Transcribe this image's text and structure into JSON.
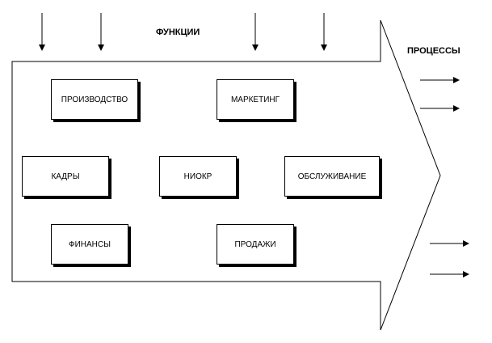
{
  "diagram": {
    "functions_label": "ФУНКЦИИ",
    "processes_label": "ПРОЦЕССЫ",
    "boxes": {
      "production": "ПРОИЗВОДСТВО",
      "marketing": "МАРКЕТИНГ",
      "hr": "КАДРЫ",
      "rnd": "НИОКР",
      "service": "ОБСЛУЖИВАНИЕ",
      "finance": "ФИНАНСЫ",
      "sales": "ПРОДАЖИ"
    },
    "colors": {
      "stroke": "#000000",
      "fill": "#ffffff"
    }
  }
}
